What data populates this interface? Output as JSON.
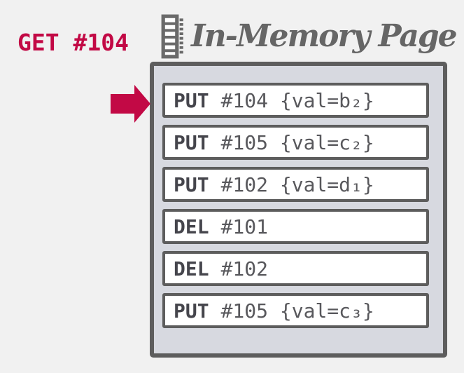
{
  "colors": {
    "background": "#f1f1f1",
    "accent_red": "#c20945",
    "box_border": "#5d5d5d",
    "box_fill": "#d7d9e0",
    "row_fill": "#ffffff",
    "op_text": "#45454c",
    "args_text": "#58585c",
    "title_text": "#666666"
  },
  "query": {
    "label": "GET #104"
  },
  "header": {
    "title": "In-Memory Page",
    "icon": "ram-memory-icon"
  },
  "page": {
    "rows": [
      {
        "op": "PUT",
        "args": "#104 {val=b₂}"
      },
      {
        "op": "PUT",
        "args": "#105 {val=c₂}"
      },
      {
        "op": "PUT",
        "args": "#102 {val=d₁}"
      },
      {
        "op": "DEL",
        "args": "#101"
      },
      {
        "op": "DEL",
        "args": "#102"
      },
      {
        "op": "PUT",
        "args": "#105 {val=c₃}"
      }
    ],
    "pointed_row_index": 0
  },
  "pointer": {
    "icon": "arrow-right-icon",
    "color": "#c20945"
  }
}
